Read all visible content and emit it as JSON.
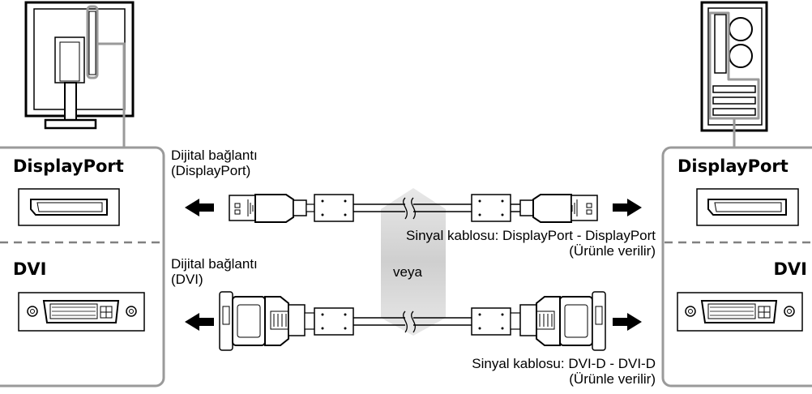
{
  "left_panel": {
    "displayport_title": "DisplayPort",
    "dvi_title": "DVI"
  },
  "right_panel": {
    "displayport_title": "DisplayPort",
    "dvi_title": "DVI"
  },
  "displayport_connection": {
    "label_line1": "Dijital bağlantı",
    "label_line2": "(DisplayPort)",
    "cable_line1": "Sinyal kablosu: DisplayPort - DisplayPort",
    "cable_line2": "(Ürünle verilir)"
  },
  "separator_word": "veya",
  "dvi_connection": {
    "label_line1": "Dijital bağlantı",
    "label_line2": "(DVI)",
    "cable_line1": "Sinyal kablosu: DVI-D - DVI-D",
    "cable_line2": "(Ürünle verilir)"
  },
  "colors": {
    "line": "#000000",
    "highlight": "#9a9a9a",
    "band": "#d6d6d6",
    "separator": "#808080"
  }
}
